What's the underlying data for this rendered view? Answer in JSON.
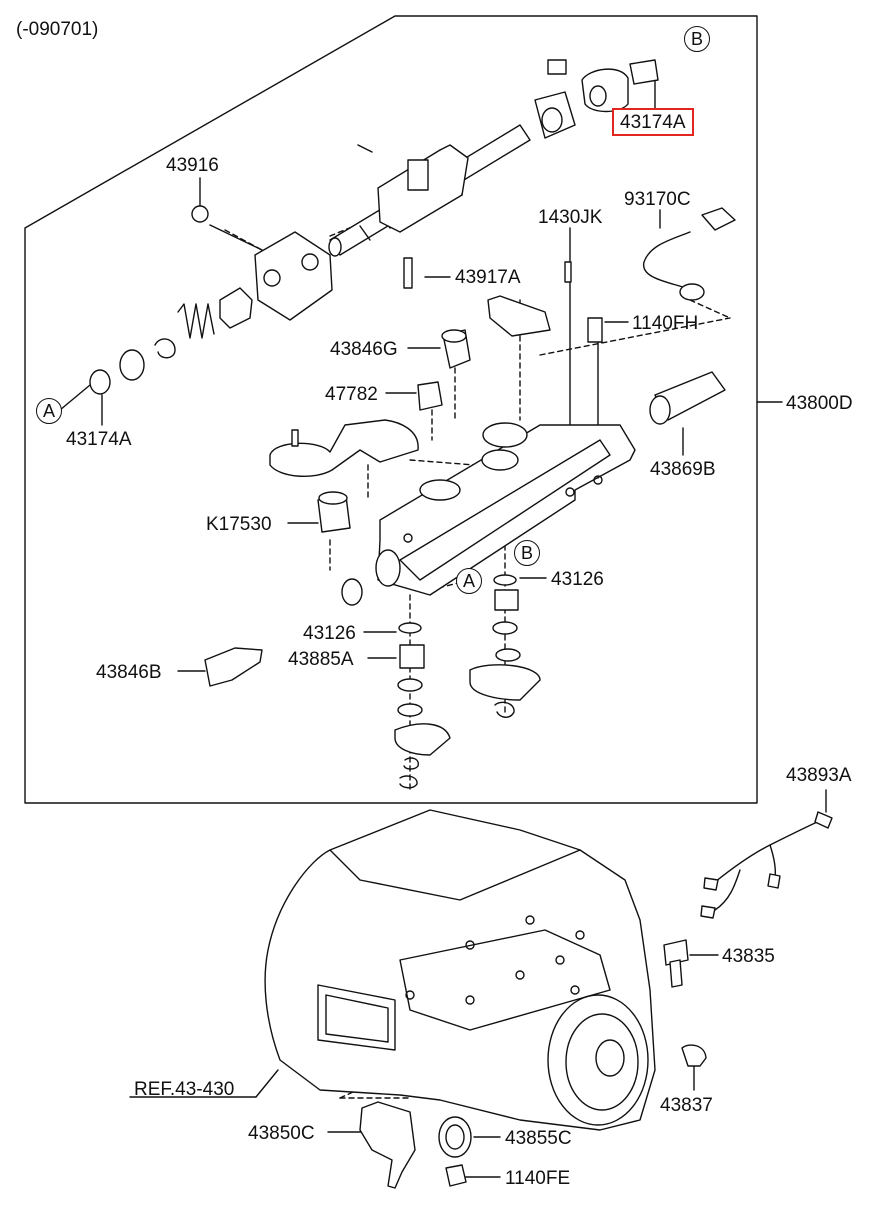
{
  "header": {
    "code": "(-090701)"
  },
  "labels": {
    "p43916": "43916",
    "p43917A": "43917A",
    "p43174A_top": "43174A",
    "p43174A_left": "43174A",
    "p93170C": "93170C",
    "p1430JK": "1430JK",
    "p1140FH": "1140FH",
    "p43846G": "43846G",
    "p47782": "47782",
    "p43800D": "43800D",
    "p43869B": "43869B",
    "pK17530": "K17530",
    "p43126_right": "43126",
    "p43126_left": "43126",
    "p43885A": "43885A",
    "p43846B": "43846B",
    "p43893A": "43893A",
    "p43835": "43835",
    "p43837": "43837",
    "pREF": "REF.43-430",
    "p43850C": "43850C",
    "p43855C": "43855C",
    "p1140FE": "1140FE"
  },
  "markers": {
    "b_top": "B",
    "a_left": "A",
    "b_mid": "B",
    "a_mid": "A"
  },
  "highlight": {
    "part": "43174A",
    "color": "#e0261e"
  }
}
